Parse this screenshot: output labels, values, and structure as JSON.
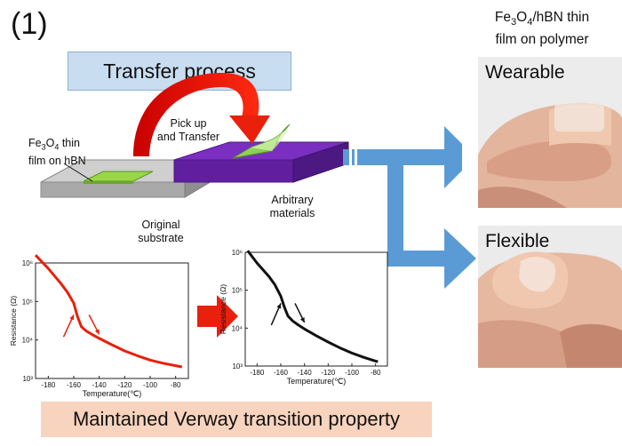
{
  "panel_label": "(1)",
  "transfer_title": "Transfer process",
  "film_on_hbn": {
    "pre": "Fe",
    "sub1": "3",
    "mid": "O",
    "sub2": "4",
    "post": " thin",
    "line2": "film on hBN"
  },
  "pick_up": {
    "line1": "Pick up",
    "line2": "and Transfer"
  },
  "original_substrate": {
    "line1": "Original",
    "line2": "substrate"
  },
  "arbitrary_materials": {
    "line1": "Arbitrary",
    "line2": "materials"
  },
  "thin_film_title": {
    "pre": "Fe",
    "sub1": "3",
    "mid": "O",
    "sub2": "4",
    "post": "/hBN thin",
    "line2": "film on polymer"
  },
  "photo_wearable": "Wearable",
  "photo_flexible": "Flexible",
  "maintained_title": "Maintained Verway transition property",
  "colors": {
    "transfer_box": "#c9ddf0",
    "maintained_box": "#f8d3bd",
    "arrow_blue": "#5b9bd5",
    "arrow_red": "#e8200c"
  },
  "chart_data": [
    {
      "type": "line",
      "xlabel": "Temperature(℃)",
      "ylabel": "Resistance (Ω)",
      "xlim": [
        -190,
        -70
      ],
      "xticks": [
        "-180",
        "-160",
        "-140",
        "-120",
        "-100",
        "-80"
      ],
      "ylog": true,
      "ylim": [
        1000,
        1000000
      ],
      "yticks": [
        "10³",
        "10⁴",
        "10⁵",
        "10⁶"
      ],
      "color": "#e8200c",
      "x": [
        -190,
        -180,
        -170,
        -165,
        -160,
        -157,
        -154,
        -150,
        -145,
        -140,
        -130,
        -120,
        -110,
        -100,
        -90,
        -80,
        -75
      ],
      "y": [
        1600000,
        720000,
        290000,
        175000,
        90000,
        40000,
        22000,
        17000,
        13500,
        11000,
        7500,
        5200,
        3900,
        3000,
        2500,
        2150,
        2000
      ],
      "annotations": [
        "up arrow along lower branch",
        "down arrow along upper branch"
      ]
    },
    {
      "type": "line",
      "xlabel": "Temperature(℃)",
      "ylabel": "Resistance (Ω)",
      "xlim": [
        -190,
        -70
      ],
      "xticks": [
        "-180",
        "-160",
        "-140",
        "-120",
        "-100",
        "-80"
      ],
      "ylog": true,
      "ylim": [
        1000,
        1000000
      ],
      "yticks": [
        "10³",
        "10⁴",
        "10⁵",
        "10⁶"
      ],
      "color": "#111111",
      "x": [
        -188,
        -180,
        -170,
        -165,
        -160,
        -157,
        -154,
        -150,
        -145,
        -140,
        -130,
        -120,
        -110,
        -100,
        -90,
        -80,
        -78
      ],
      "y": [
        1100000,
        520000,
        230000,
        140000,
        70000,
        36000,
        21000,
        15500,
        12000,
        9500,
        6300,
        4300,
        3000,
        2200,
        1700,
        1350,
        1300
      ],
      "annotations": [
        "up arrow along lower branch",
        "down arrow along upper branch"
      ]
    }
  ]
}
